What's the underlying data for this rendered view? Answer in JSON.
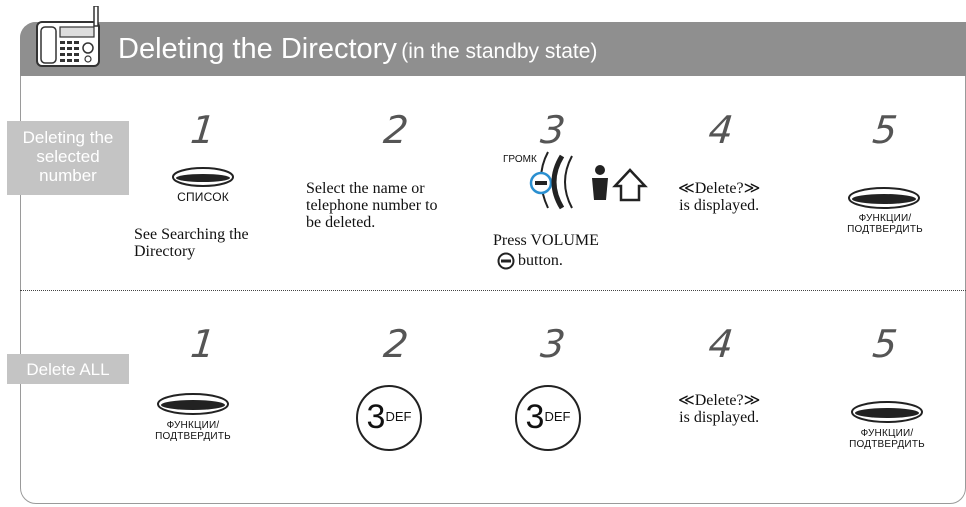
{
  "header": {
    "title_main": "Deleting the Directory",
    "title_sub": "(in the standby state)"
  },
  "row1": {
    "label": [
      "Deleting the",
      "selected",
      "number"
    ],
    "steps": {
      "s1": {
        "num": "1",
        "button_label": "СПИСОК",
        "text": [
          "See Searching the",
          "Directory"
        ]
      },
      "s2": {
        "num": "2",
        "text": [
          "Select the name or",
          "telephone number to",
          "be deleted."
        ]
      },
      "s3": {
        "num": "3",
        "volume_label": "ГРОМК",
        "text": [
          "Press VOLUME",
          "button."
        ]
      },
      "s4": {
        "num": "4",
        "text": [
          "≪Delete?≫",
          "is displayed."
        ]
      },
      "s5": {
        "num": "5",
        "button_label": [
          "ФУНКЦИИ/",
          "ПОДТВЕРДИТЬ"
        ]
      }
    }
  },
  "row2": {
    "label": "Delete ALL",
    "steps": {
      "s1": {
        "num": "1",
        "button_label": [
          "ФУНКЦИИ/",
          "ПОДТВЕРДИТЬ"
        ]
      },
      "s2": {
        "num": "2",
        "key_digit": "3",
        "key_letters": "DEF"
      },
      "s3": {
        "num": "3",
        "key_digit": "3",
        "key_letters": "DEF"
      },
      "s4": {
        "num": "4",
        "text": [
          "≪Delete?≫",
          "is displayed."
        ]
      },
      "s5": {
        "num": "5",
        "button_label": [
          "ФУНКЦИИ/",
          "ПОДТВЕРДИТЬ"
        ]
      }
    }
  },
  "colors": {
    "header_bg": "#8f8f8f",
    "label_bg": "#c4c4c4",
    "accent_blue": "#2a8fd0"
  }
}
